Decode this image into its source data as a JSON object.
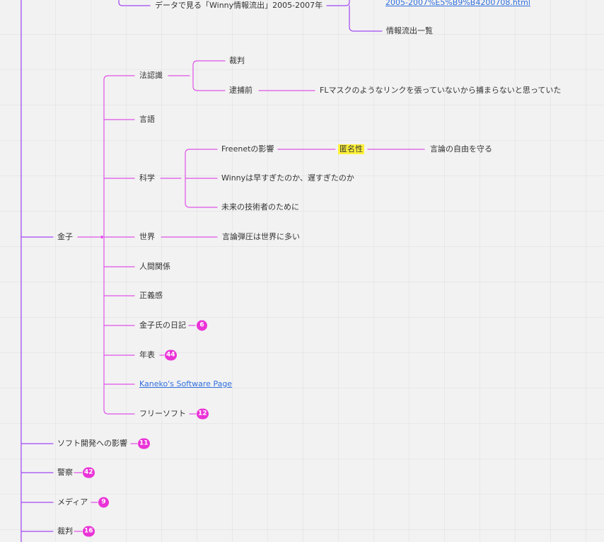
{
  "colors": {
    "branch_main": "#a347f2",
    "branch_pink": "#e052e8",
    "badge": "#ea33d7",
    "link": "#2f6fde",
    "highlight": "#fff13a"
  },
  "top": {
    "url_fragment": "2005-2007%E5%B9%B4200708.html",
    "data_node": "データで見る「Winny情報流出」2005-2007年",
    "leak_list": "情報流出一覧"
  },
  "kaneko": {
    "label": "金子",
    "houninshiki": {
      "label": "法認識",
      "saiban": "裁判",
      "taiho": "逮捕前",
      "taiho_note": "FLマスクのようなリンクを張っていないから捕まらないと思っていた"
    },
    "gengo": "言語",
    "kagaku": {
      "label": "科学",
      "freenet": "Freenetの影響",
      "tokumei": "匿名性",
      "genron_jiyu": "言論の自由を守る",
      "winny_hayasugi": "Winnyは早すぎたのか、遅すぎたのか",
      "mirai": "未来の技術者のために"
    },
    "sekai": {
      "label": "世界",
      "genron_danatsu": "言論弾圧は世界に多い"
    },
    "ningen_kankei": "人間関係",
    "seigikan": "正義感",
    "nikki": {
      "label": "金子氏の日記",
      "count": "6"
    },
    "nenpyo": {
      "label": "年表",
      "count": "44"
    },
    "software_page": "Kaneko's Software Page",
    "freesoft": {
      "label": "フリーソフト",
      "count": "12"
    }
  },
  "bottom": [
    {
      "label": "ソフト開発への影響",
      "count": "11"
    },
    {
      "label": "警察",
      "count": "42"
    },
    {
      "label": "メディア",
      "count": "9"
    },
    {
      "label": "裁判",
      "count": "16"
    }
  ]
}
